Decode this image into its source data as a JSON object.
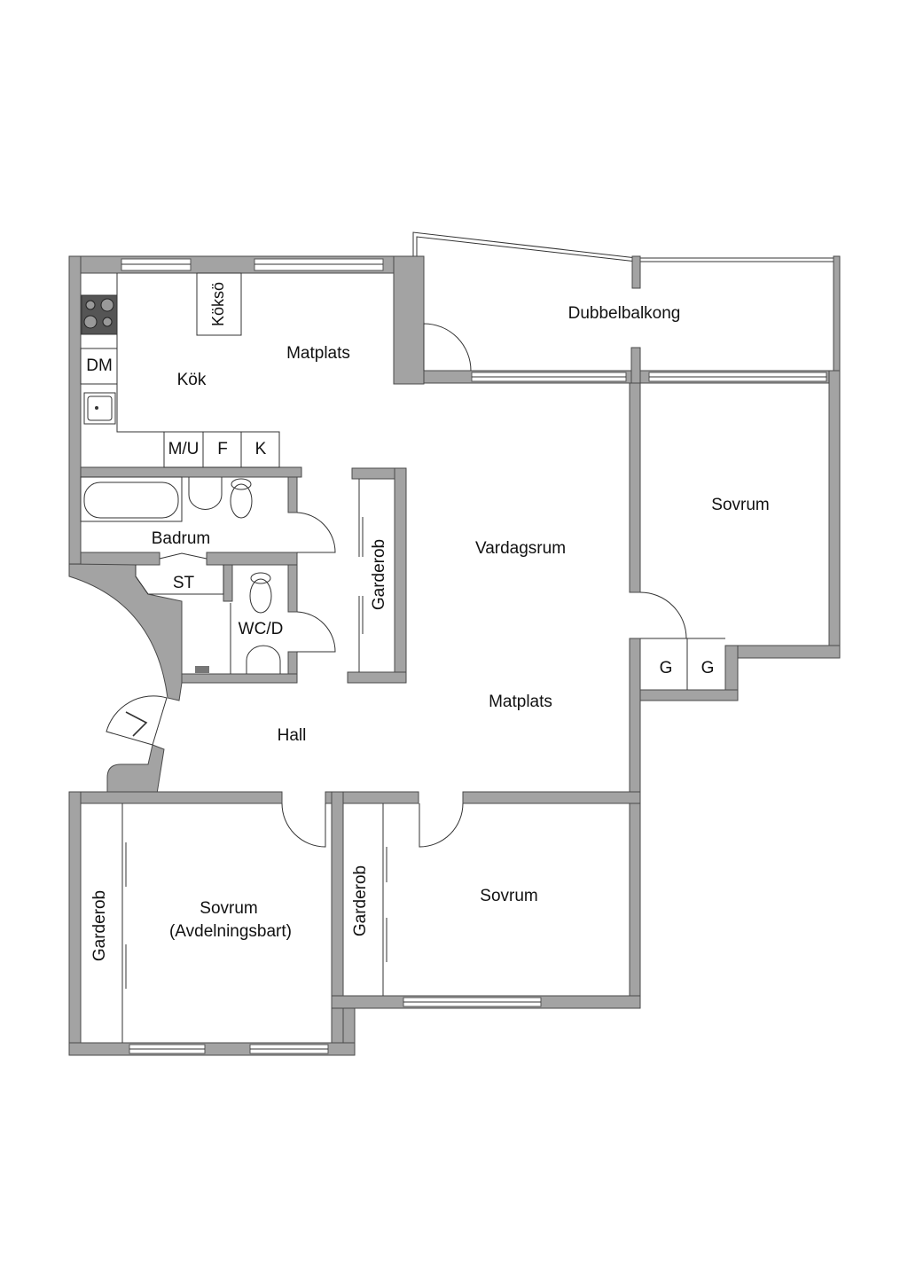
{
  "floorplan": {
    "rooms": {
      "balcony": "Dubbelbalkong",
      "kitchen": "Kök",
      "dining_kitchen": "Matplats",
      "island": "Köksö",
      "dishwasher": "DM",
      "microwave_oven": "M/U",
      "freezer": "F",
      "fridge": "K",
      "bathroom": "Badrum",
      "storage": "ST",
      "wc_shower": "WC/D",
      "wardrobe_hall": "Garderob",
      "living_room": "Vardagsrum",
      "dining_living": "Matplats",
      "hall": "Hall",
      "bedroom_right": "Sovrum",
      "closet_1": "G",
      "closet_2": "G",
      "bedroom_left": "Sovrum",
      "bedroom_left_note": "(Avdelningsbart)",
      "wardrobe_left": "Garderob",
      "bedroom_middle": "Sovrum",
      "wardrobe_middle": "Garderob"
    }
  }
}
